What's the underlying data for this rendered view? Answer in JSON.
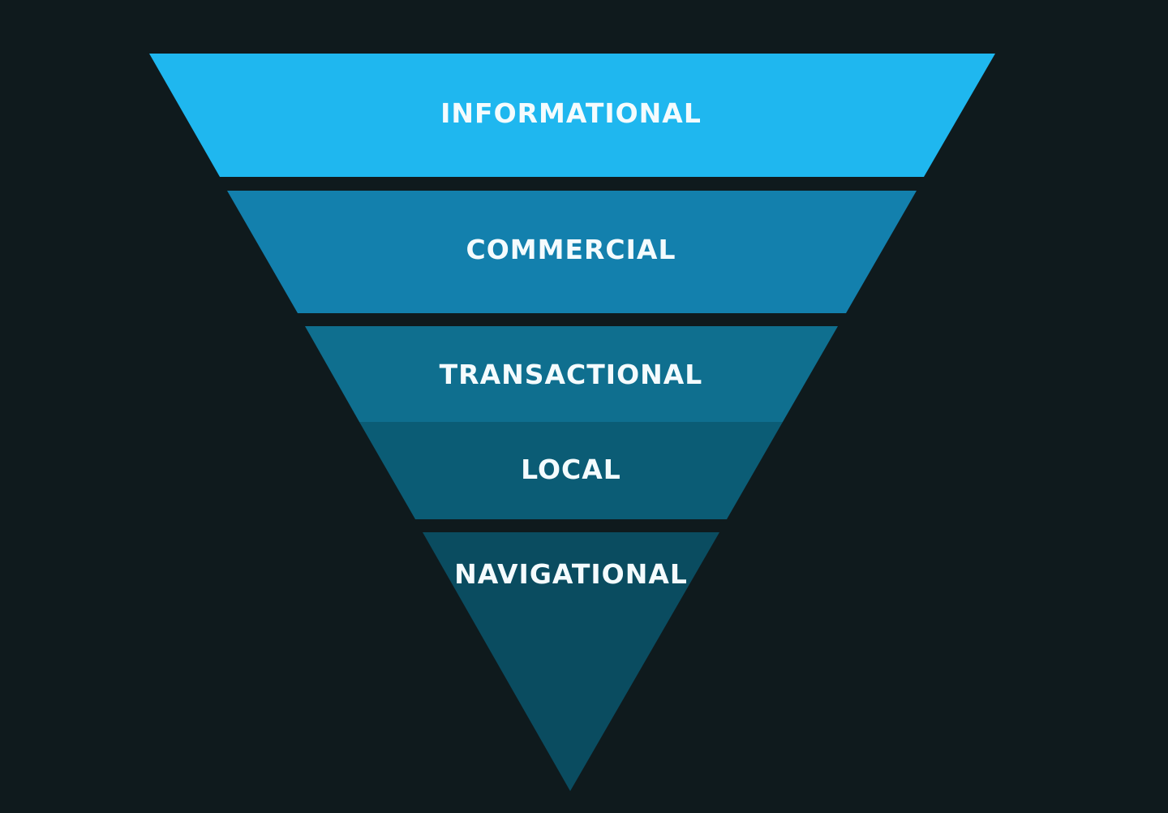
{
  "diagram": {
    "type": "inverted-funnel",
    "background": "#0f1a1d",
    "text_color": "#ffffff",
    "layers": [
      {
        "label": "INFORMATIONAL",
        "color": "#1fb7ef"
      },
      {
        "label": "COMMERCIAL",
        "color": "#1380ad"
      },
      {
        "label": "TRANSACTIONAL",
        "color": "#0f6f8f"
      },
      {
        "label": "LOCAL",
        "color": "#0b5c75"
      },
      {
        "label": "NAVIGATIONAL",
        "color": "#0a4c60"
      }
    ]
  }
}
